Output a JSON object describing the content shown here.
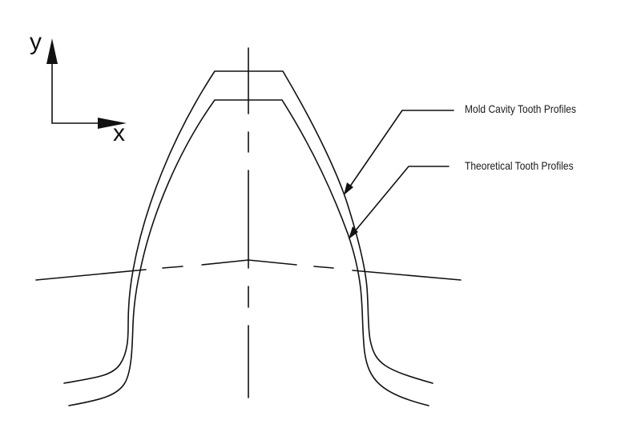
{
  "diagram": {
    "type": "gear tooth profile technical drawing",
    "stroke_color": "#111111",
    "background": "#ffffff",
    "axes": {
      "y_label": "y",
      "x_label": "x"
    },
    "labels": {
      "mold_cavity": "Mold Cavity Tooth Profiles",
      "theoretical": "Theoretical Tooth Profiles"
    },
    "elements": [
      "coordinate axes (x, y) with arrows",
      "vertical dash-dot centerline",
      "pitch circle arc (dashed, center segment)",
      "outer tooth profile (mold cavity)",
      "inner tooth profile (theoretical)",
      "two leader arrows with callout labels"
    ]
  }
}
